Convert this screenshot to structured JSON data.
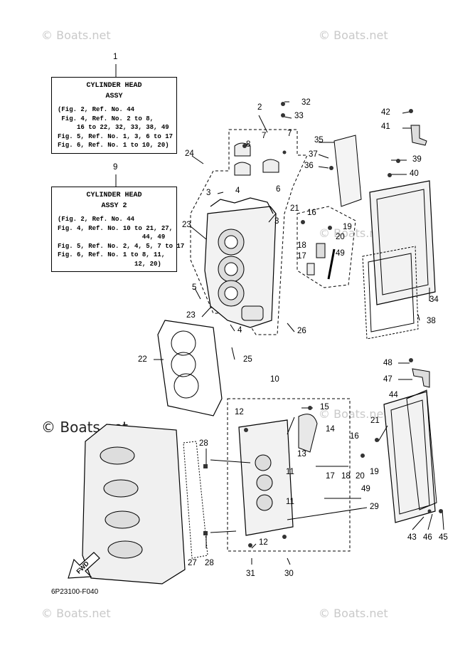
{
  "watermarks": {
    "small": "© Boats.net",
    "large": "© Boats.net"
  },
  "notes": [
    {
      "number": "1",
      "title": "CYLINDER HEAD",
      "subtitle": "ASSY",
      "lines": [
        "(Fig. 2, Ref. No. 44",
        " Fig. 4, Ref. No. 2 to 8,",
        "     16 to 22, 32, 33, 38, 49",
        "Fig. 5, Ref. No. 1, 3, 6 to 17",
        "Fig. 6, Ref. No. 1 to 10, 20)"
      ]
    },
    {
      "number": "9",
      "title": "CYLINDER HEAD",
      "subtitle": "ASSY 2",
      "lines": [
        "(Fig. 2, Ref. No. 44",
        "Fig. 4, Ref. No. 10 to 21, 27,",
        "                      44, 49",
        "Fig. 5, Ref. No. 2, 4, 5, 7 to 17",
        "Fig. 6, Ref. No. 1 to 8, 11,",
        "                    12, 20)"
      ]
    }
  ],
  "callouts": [
    "2",
    "3",
    "3",
    "4",
    "4",
    "5",
    "6",
    "7",
    "7",
    "8",
    "10",
    "11",
    "11",
    "12",
    "12",
    "13",
    "14",
    "15",
    "16",
    "16",
    "17",
    "17",
    "18",
    "18",
    "19",
    "19",
    "20",
    "20",
    "21",
    "21",
    "22",
    "23",
    "23",
    "24",
    "25",
    "26",
    "27",
    "28",
    "28",
    "29",
    "30",
    "31",
    "32",
    "33",
    "34",
    "35",
    "36",
    "37",
    "38",
    "39",
    "40",
    "41",
    "42",
    "43",
    "44",
    "45",
    "46",
    "47",
    "48",
    "49",
    "49"
  ],
  "fwd_label": "FWD",
  "figure_code": "6P23100-F040"
}
